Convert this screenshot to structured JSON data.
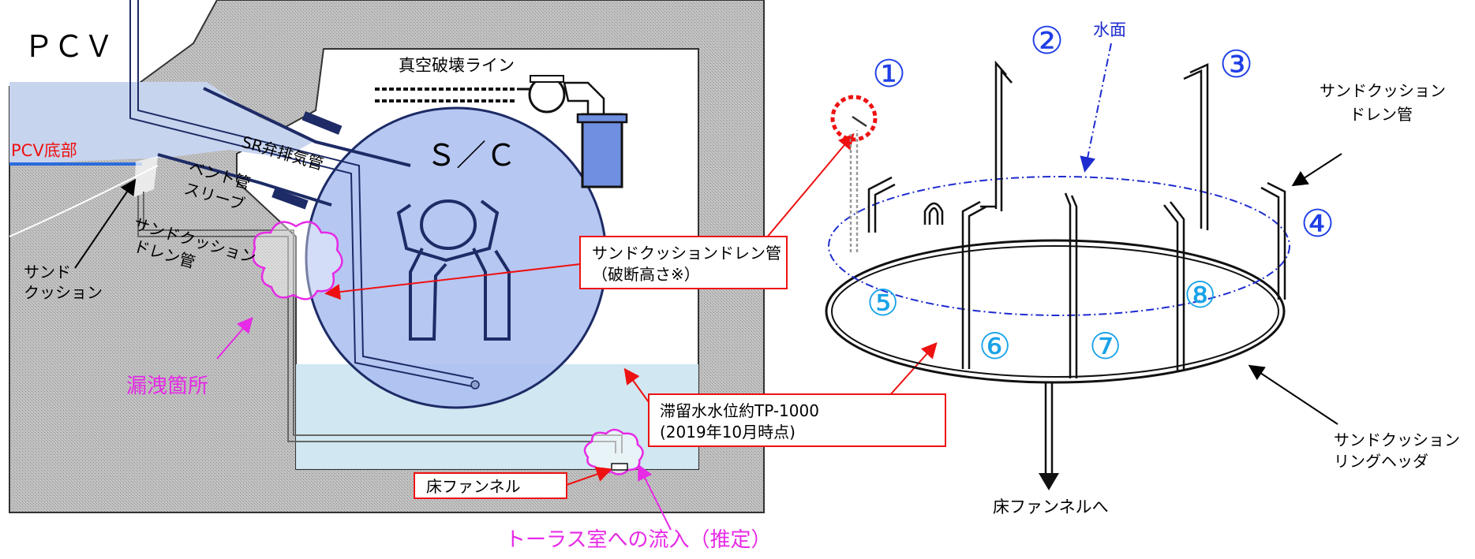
{
  "left": {
    "pcv": "ＰＣＶ",
    "pcv_bottom": "PCV底部",
    "vacuum_line": "真空破壊ライン",
    "sc": "Ｓ／Ｃ",
    "sr_exhaust": "SR弁排気管",
    "vent_pipe": "ベント管",
    "sleeve": "スリーブ",
    "sand_drain_1": "サンドクッション",
    "sand_drain_2": "ドレン管",
    "sand_cushion_1": "サンド",
    "sand_cushion_2": "クッション",
    "leak": "漏洩箇所",
    "callout_drain_1": "サンドクッションドレン管",
    "callout_drain_2": "（破断高さ※）",
    "water_level_1": "滞留水水位約TP-1000",
    "water_level_2": "(2019年10月時点)",
    "floor_funnel": "床ファンネル",
    "torus_inflow": "トーラス室への流入（推定）"
  },
  "right": {
    "water_surface": "水面",
    "n1": "①",
    "n2": "②",
    "n3": "③",
    "n4": "④",
    "n5": "⑤",
    "n6": "⑥",
    "n7": "⑦",
    "n8": "⑧",
    "drain_pipe_1": "サンドクッション",
    "drain_pipe_2": "ドレン管",
    "ring_header_1": "サンドクッション",
    "ring_header_2": "リングヘッダ",
    "to_funnel": "床ファンネルへ"
  },
  "colors": {
    "pcv_water": "#c7d4ee",
    "sc_fill": "#a9bdf0",
    "torus_water": "#cfe6f0",
    "concrete": "#b4b4b4",
    "pipe_dark": "#1d2b66",
    "leak_magenta": "#e62ae6",
    "callout_red": "#ee1111",
    "numbers_blue": "#1f3fe6",
    "numbers_cyan": "#1aa3e8",
    "water_line": "#1e2ccf"
  }
}
